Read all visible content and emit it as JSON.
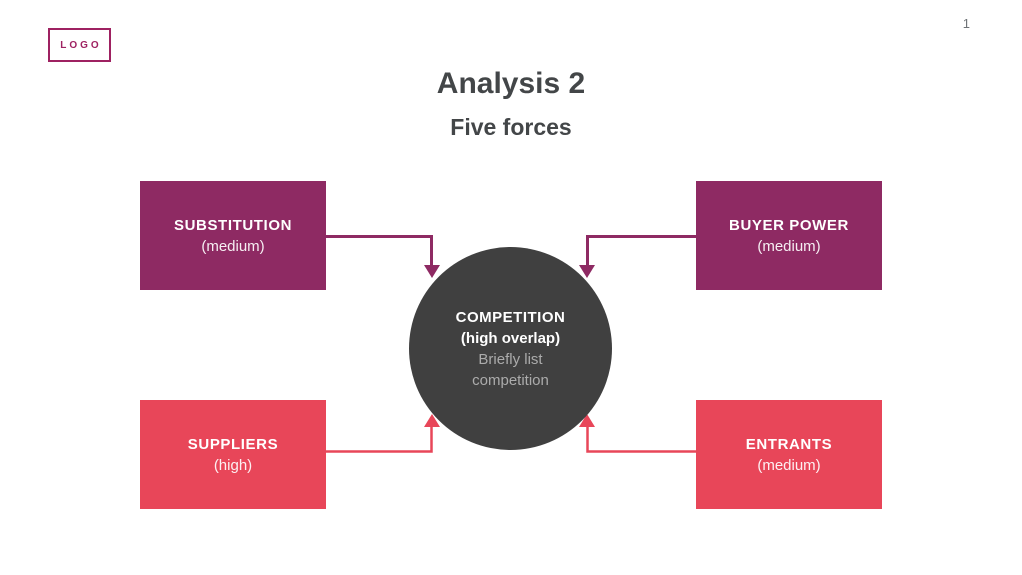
{
  "colors": {
    "purple": "#8E2A63",
    "red": "#E84659",
    "dark": "#404040",
    "title": "#434648",
    "logo": "#9E2161",
    "muted": "#ABABAB",
    "pagenum": "#6F7377"
  },
  "logo": {
    "text": "LOGO"
  },
  "page": {
    "number": "1"
  },
  "header": {
    "title": "Analysis 2",
    "subtitle": "Five forces"
  },
  "forces": [
    {
      "id": "substitution",
      "name": "SUBSTITUTION",
      "level": "(medium)"
    },
    {
      "id": "buyer-power",
      "name": "BUYER POWER",
      "level": "(medium)"
    },
    {
      "id": "suppliers",
      "name": "SUPPLIERS",
      "level": "(high)"
    },
    {
      "id": "entrants",
      "name": "ENTRANTS",
      "level": "(medium)"
    }
  ],
  "center": {
    "title": "COMPETITION",
    "subtitle": "(high overlap)",
    "note": "Briefly list competition"
  }
}
